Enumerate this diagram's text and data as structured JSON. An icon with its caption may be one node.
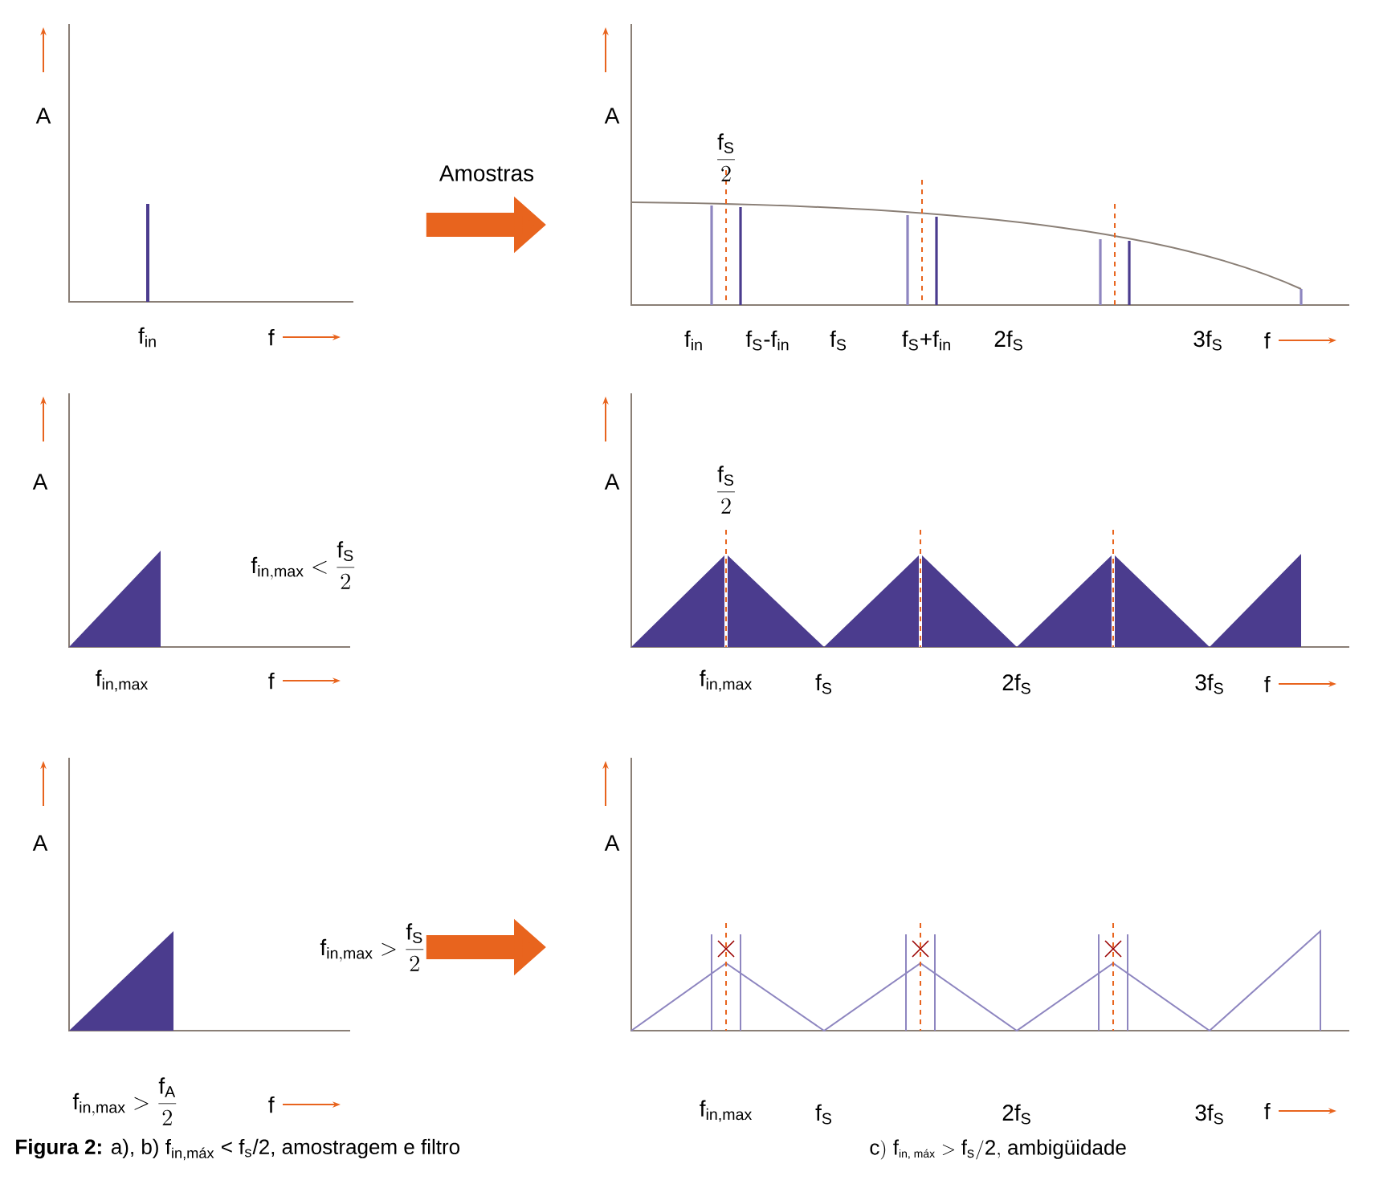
{
  "diagram": {
    "caption": "**Figura 2:** a), b) f$_{in,máx}$ < f$_{s}$/2, amostragem e filtro",
    "nodes": [
      {
        "text": [
          "A",
          "f$_{in}$",
          "f"
        ]
      },
      {
        "text": [
          "A",
          "\\frac{\\mathrm{f_S}}{2}",
          "f$_{in}$",
          "f$_{S}$-f$_{in}$",
          "f$_{S}$",
          "f$_{S}$+f$_{in}$",
          "2f$_{S}$",
          "3f$_{S}$",
          "f"
        ]
      },
      {
        "text": [
          "A",
          "f$_{in,max}$",
          "f"
        ]
      },
      {
        "text": [
          "A",
          "\\frac{\\mathrm{f_S}}{2}",
          "f$_{in,max}$",
          "f$_{S}$",
          "2f$_{S}$",
          "3f$_{S}$",
          "f"
        ]
      },
      {
        "text": [
          "A",
          "\\mathrm{f_{in,max}} > \\frac{\\mathrm{f_A}}{2}",
          "f"
        ]
      },
      {
        "text": [
          "A",
          "f$_{in,max}$",
          "f$_{S}$",
          "2f$_{S}$",
          "3f$_{S}$",
          "f"
        ]
      }
    ],
    "edges": [
      {
        "from": 0,
        "to": 1,
        "arrow": "to",
        "label": "Amostras"
      },
      {
        "from": 4,
        "to": 5,
        "arrow": "to",
        "label": "\\mathrm{f_{in,max}} > \\frac{\\mathrm{f_S}}{2}"
      }
    ],
    "labels": [
      "\\mathrm{f_{in,max}} < \\frac{\\mathrm{f_S}}{2}",
      "\\mathrm{c)\\ f_{\\mbox{\\scriptsize in, máx}} > f_{s}/2,}\\mbox{ ambigüidade}"
    ]
  }
}
